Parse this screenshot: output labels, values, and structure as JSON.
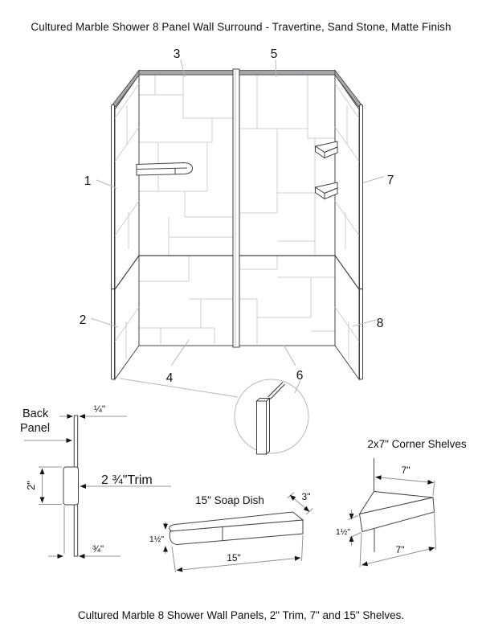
{
  "title": "Cultured Marble Shower 8 Panel Wall Surround - Travertine, Sand Stone, Matte Finish",
  "caption": "Cultured Marble 8 Shower Wall Panels, 2\" Trim, 7\" and 15\" Shelves.",
  "colors": {
    "outline": "#3f4346",
    "tile_joint": "#cbced1",
    "leader": "#b4b7ba",
    "text": "#111111",
    "background": "#ffffff"
  },
  "main_view": {
    "part_labels": [
      "1",
      "2",
      "3",
      "4",
      "5",
      "6",
      "7",
      "8"
    ]
  },
  "back_panel_detail": {
    "label_line1": "Back",
    "label_line2": "Panel",
    "dim_top": "¼\"",
    "dim_height": "2\"",
    "trim_label": "2 ¾\"Trim",
    "dim_bottom": "¾\""
  },
  "soap_dish": {
    "title": "15\" Soap Dish",
    "dim_depth": "3\"",
    "dim_height": "1½\"",
    "dim_length": "15\""
  },
  "corner_shelves": {
    "title": "2x7\" Corner Shelves",
    "dim_top": "7\"",
    "dim_height": "1½\"",
    "dim_bottom": "7\""
  }
}
